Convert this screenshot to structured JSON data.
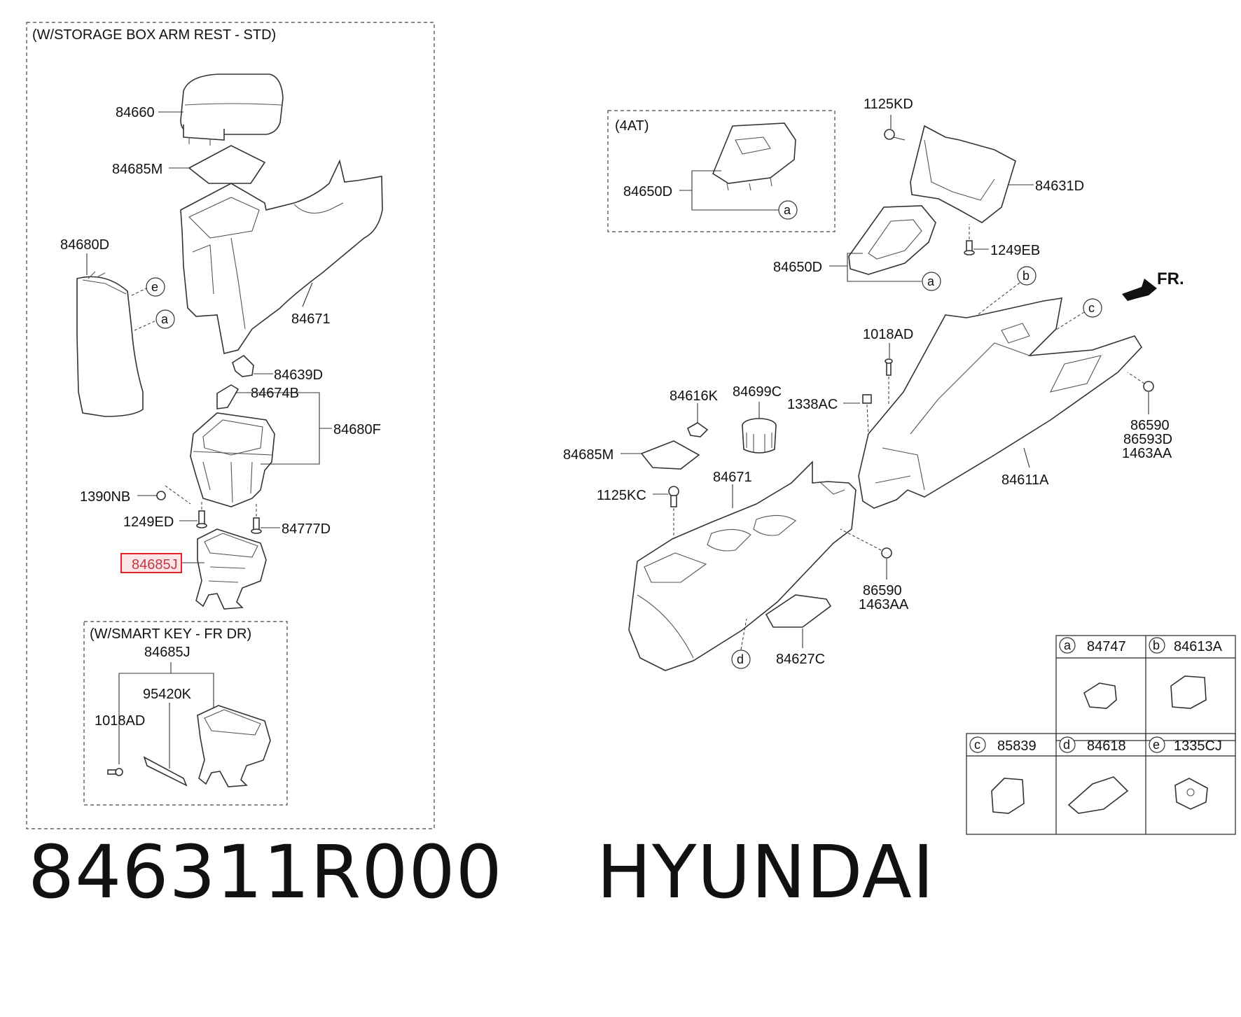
{
  "boxes": {
    "storage_box": "(W/STORAGE BOX ARM REST - STD)",
    "smart_key": "(W/SMART KEY - FR DR)",
    "at4": "(4AT)"
  },
  "labels": {
    "p84660": "84660",
    "p84685M_l": "84685M",
    "p84680D": "84680D",
    "p84671_l": "84671",
    "p84639D": "84639D",
    "p84674B": "84674B",
    "p84680F": "84680F",
    "p1390NB": "1390NB",
    "p1249ED": "1249ED",
    "p84777D": "84777D",
    "p84685J": "84685J",
    "p84685J_sk": "84685J",
    "p95420K": "95420K",
    "p1018AD_sk": "1018AD",
    "p1125KD": "1125KD",
    "p84631D": "84631D",
    "p84650D_top": "84650D",
    "p1249EB": "1249EB",
    "p84650D_mid": "84650D",
    "fr": "FR.",
    "p1018AD": "1018AD",
    "p84616K": "84616K",
    "p84699C": "84699C",
    "p1338AC": "1338AC",
    "p84685M_r": "84685M",
    "p84671_r": "84671",
    "p1125KC": "1125KC",
    "p86590_a": "86590",
    "p86593D": "86593D",
    "p1463AA_a": "1463AA",
    "p84611A": "84611A",
    "p86590_b": "86590",
    "p1463AA_b": "1463AA",
    "p84627C": "84627C"
  },
  "callouts": {
    "a": "a",
    "b": "b",
    "c": "c",
    "d": "d",
    "e": "e"
  },
  "legend": [
    {
      "letter": "a",
      "part": "84747"
    },
    {
      "letter": "b",
      "part": "84613A"
    },
    {
      "letter": "c",
      "part": "85839"
    },
    {
      "letter": "d",
      "part": "84618"
    },
    {
      "letter": "e",
      "part": "1335CJ"
    }
  ],
  "highlight": {
    "part": "84685J",
    "color": "#e2232b"
  },
  "footer": {
    "part_number": "846311R000",
    "brand": "HYUNDAI"
  }
}
